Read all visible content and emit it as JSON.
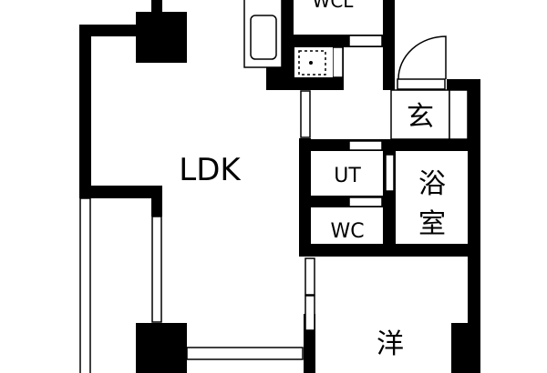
{
  "rooms": {
    "wcl": "WCL",
    "ldk": "LDK",
    "entrance": "玄",
    "utility": "UT",
    "bath_line1": "浴",
    "bath_line2": "室",
    "toilet": "WC",
    "western_room": "洋"
  },
  "colors": {
    "wall": "#000000",
    "background": "#ffffff"
  }
}
